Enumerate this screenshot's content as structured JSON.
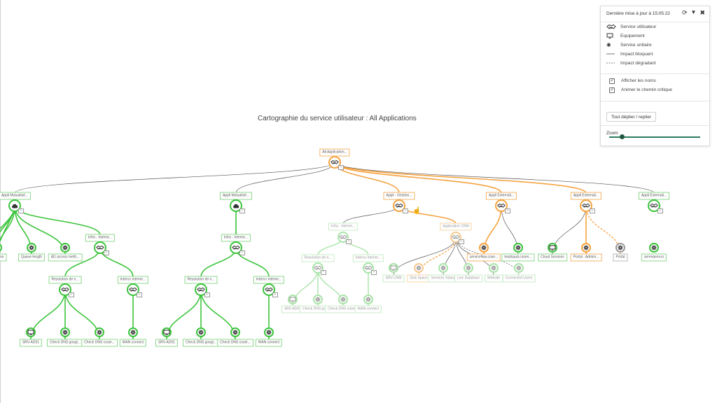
{
  "diagram": {
    "title": "Cartographie du service utilisateur : All Applications",
    "colors": {
      "ok": "#3cc43c",
      "ok_faded": "#a8e4a8",
      "warn": "#f5a340",
      "warn_faded": "#f8c98e",
      "neutral": "#444444",
      "down": "#9a9a9a"
    },
    "nodes": [
      {
        "id": "root",
        "label": "All Application...",
        "icon": "handshake-icon",
        "status": "warn"
      },
      {
        "id": "a1",
        "label": "Appli Mutualisé...",
        "icon": "cloud-icon",
        "status": "ok"
      },
      {
        "id": "a2",
        "label": "Appli Mutualisé...",
        "icon": "cloud-icon",
        "status": "ok"
      },
      {
        "id": "a3",
        "label": "Appli - Gestion...",
        "icon": "handshake-icon",
        "status": "warn"
      },
      {
        "id": "a4",
        "label": "Appli Externali...",
        "icon": "handshake-icon",
        "status": "warn"
      },
      {
        "id": "a5",
        "label": "Appli Externali...",
        "icon": "handshake-icon",
        "status": "warn"
      },
      {
        "id": "a6",
        "label": "Appli Externali...",
        "icon": "handshake-icon",
        "status": "ok"
      },
      {
        "id": "b1",
        "label": "nnection",
        "icon": "gear-icon",
        "status": "ok"
      },
      {
        "id": "b2",
        "label": "Queue length",
        "icon": "gear-icon",
        "status": "ok"
      },
      {
        "id": "b3",
        "label": "AD access meth...",
        "icon": "gear-icon",
        "status": "ok"
      },
      {
        "id": "b4",
        "label": "Infra - Interne...",
        "icon": "handshake-icon",
        "status": "ok"
      },
      {
        "id": "b5",
        "label": "Infra - Interne...",
        "icon": "handshake-icon",
        "status": "ok"
      },
      {
        "id": "c1",
        "label": "Resolution de n...",
        "icon": "handshake-icon",
        "status": "ok"
      },
      {
        "id": "c2",
        "label": "Interco Interne...",
        "icon": "handshake-icon",
        "status": "ok"
      },
      {
        "id": "c3",
        "label": "Resolution de n...",
        "icon": "handshake-icon",
        "status": "ok"
      },
      {
        "id": "c4",
        "label": "Interco Interne...",
        "icon": "handshake-icon",
        "status": "ok"
      },
      {
        "id": "d1",
        "label": "SRV-AD01",
        "icon": "monitor-icon",
        "status": "ok"
      },
      {
        "id": "d2",
        "label": "Check DNS googl...",
        "icon": "gear-icon",
        "status": "ok"
      },
      {
        "id": "d3",
        "label": "Check DNS coser...",
        "icon": "gear-icon",
        "status": "ok"
      },
      {
        "id": "d4",
        "label": "WAN connect",
        "icon": "gear-icon",
        "status": "ok"
      },
      {
        "id": "d5",
        "label": "SRV-AD01",
        "icon": "monitor-icon",
        "status": "ok"
      },
      {
        "id": "d6",
        "label": "Check DNS googl...",
        "icon": "gear-icon",
        "status": "ok"
      },
      {
        "id": "d7",
        "label": "Check DNS coser...",
        "icon": "gear-icon",
        "status": "ok"
      },
      {
        "id": "d8",
        "label": "WAN connect",
        "icon": "gear-icon",
        "status": "ok"
      },
      {
        "id": "g1",
        "label": "Infra - Interne...",
        "icon": "handshake-icon",
        "status": "ok",
        "faded": true
      },
      {
        "id": "g2",
        "label": "Application CRM",
        "icon": "handshake-icon",
        "status": "warn",
        "faded": true
      },
      {
        "id": "g3",
        "label": "Resolution de n...",
        "icon": "handshake-icon",
        "status": "ok",
        "faded": true
      },
      {
        "id": "g4",
        "label": "Interco Interne...",
        "icon": "handshake-icon",
        "status": "ok",
        "faded": true
      },
      {
        "id": "g5",
        "label": "SRV-AD01",
        "icon": "monitor-icon",
        "status": "ok",
        "faded": true
      },
      {
        "id": "g6",
        "label": "Check DNS googl...",
        "icon": "gear-icon",
        "status": "ok",
        "faded": true
      },
      {
        "id": "g7",
        "label": "Check DNS coser...",
        "icon": "gear-icon",
        "status": "ok",
        "faded": true
      },
      {
        "id": "g8",
        "label": "WAN connect",
        "icon": "gear-icon",
        "status": "ok",
        "faded": true
      },
      {
        "id": "h1",
        "label": "SRV-CRM",
        "icon": "monitor-icon",
        "status": "ok",
        "faded": true
      },
      {
        "id": "h2",
        "label": "Disk Space",
        "icon": "gear-icon",
        "status": "warn",
        "faded": true
      },
      {
        "id": "h3",
        "label": "Services Status",
        "icon": "gear-icon",
        "status": "ok",
        "faded": true
      },
      {
        "id": "h4",
        "label": "Live Database",
        "icon": "gear-icon",
        "status": "ok",
        "faded": true
      },
      {
        "id": "h5",
        "label": "Website",
        "icon": "gear-icon",
        "status": "ok",
        "faded": true
      },
      {
        "id": "h6",
        "label": "Connected Users",
        "icon": "gear-icon",
        "status": "ok",
        "faded": true
      },
      {
        "id": "e1",
        "label": "serviceNav.cose...",
        "icon": "gear-icon",
        "status": "warn"
      },
      {
        "id": "e2",
        "label": "leadsaud.cosen...",
        "icon": "gear-icon",
        "status": "ok"
      },
      {
        "id": "e3",
        "label": "Cloud Services",
        "icon": "monitor-icon",
        "status": "ok"
      },
      {
        "id": "e4",
        "label": "Portal - Admini...",
        "icon": "gear-icon",
        "status": "warn"
      },
      {
        "id": "e5",
        "label": "Portal",
        "icon": "gear-icon",
        "status": "down"
      },
      {
        "id": "e6",
        "label": "serenaenv.io",
        "icon": "gear-icon",
        "status": "ok"
      }
    ],
    "edges": [
      [
        "root",
        "a1",
        "neutral"
      ],
      [
        "root",
        "a2",
        "neutral"
      ],
      [
        "root",
        "a3",
        "warn"
      ],
      [
        "root",
        "a4",
        "warn"
      ],
      [
        "root",
        "a5",
        "warn"
      ],
      [
        "root",
        "a6",
        "neutral"
      ],
      [
        "a1",
        "b1",
        "ok"
      ],
      [
        "a1",
        "b2",
        "ok"
      ],
      [
        "a1",
        "b3",
        "ok"
      ],
      [
        "a1",
        "b4",
        "ok"
      ],
      [
        "a2",
        "b5",
        "ok"
      ],
      [
        "b4",
        "c1",
        "ok"
      ],
      [
        "b4",
        "c2",
        "ok"
      ],
      [
        "b5",
        "c3",
        "ok"
      ],
      [
        "b5",
        "c4",
        "ok"
      ],
      [
        "c1",
        "d1",
        "ok"
      ],
      [
        "c1",
        "d2",
        "ok"
      ],
      [
        "c1",
        "d3",
        "ok"
      ],
      [
        "c2",
        "d4",
        "ok"
      ],
      [
        "c3",
        "d5",
        "ok"
      ],
      [
        "c3",
        "d6",
        "ok"
      ],
      [
        "c3",
        "d7",
        "ok"
      ],
      [
        "c4",
        "d8",
        "ok"
      ],
      [
        "a3",
        "g1",
        "neutral"
      ],
      [
        "a3",
        "g2",
        "warn"
      ],
      [
        "g1",
        "g3",
        "okf"
      ],
      [
        "g1",
        "g4",
        "okf"
      ],
      [
        "g3",
        "g5",
        "okf"
      ],
      [
        "g3",
        "g6",
        "okf"
      ],
      [
        "g3",
        "g7",
        "okf"
      ],
      [
        "g4",
        "g8",
        "okf"
      ],
      [
        "g2",
        "h1",
        "neutral"
      ],
      [
        "g2",
        "h2",
        "dashwarn"
      ],
      [
        "g2",
        "h3",
        "neutral"
      ],
      [
        "g2",
        "h4",
        "neutral"
      ],
      [
        "g2",
        "h5",
        "neutral"
      ],
      [
        "g2",
        "h6",
        "dashneutral"
      ],
      [
        "a4",
        "e1",
        "warn"
      ],
      [
        "a4",
        "e2",
        "neutral"
      ],
      [
        "a5",
        "e3",
        "neutral"
      ],
      [
        "a5",
        "e4",
        "warn"
      ],
      [
        "a5",
        "e5",
        "dashwarn"
      ]
    ],
    "collapse_symbol": "−"
  },
  "panel": {
    "last_update": "Dernière mise à jour à 15:05:22",
    "refresh_icon": "refresh-icon",
    "collapse_icon": "chevron-down-icon",
    "close_icon": "close-icon",
    "legend": [
      {
        "icon": "handshake-icon",
        "label": "Service utilisateur"
      },
      {
        "icon": "monitor-icon",
        "label": "Equipement"
      },
      {
        "icon": "gear-icon",
        "label": "Service unitaire"
      },
      {
        "icon": "solid-line-icon",
        "label": "Impact bloquant"
      },
      {
        "icon": "dashed-line-icon",
        "label": "Impact dégradant"
      }
    ],
    "options": [
      {
        "label": "Afficher les noms",
        "checked": true
      },
      {
        "label": "Animer le chemin critique",
        "checked": true
      }
    ],
    "toggle_button": "Tout déplier / replier",
    "zoom_label": "Zoom",
    "zoom_value": 0.14
  }
}
